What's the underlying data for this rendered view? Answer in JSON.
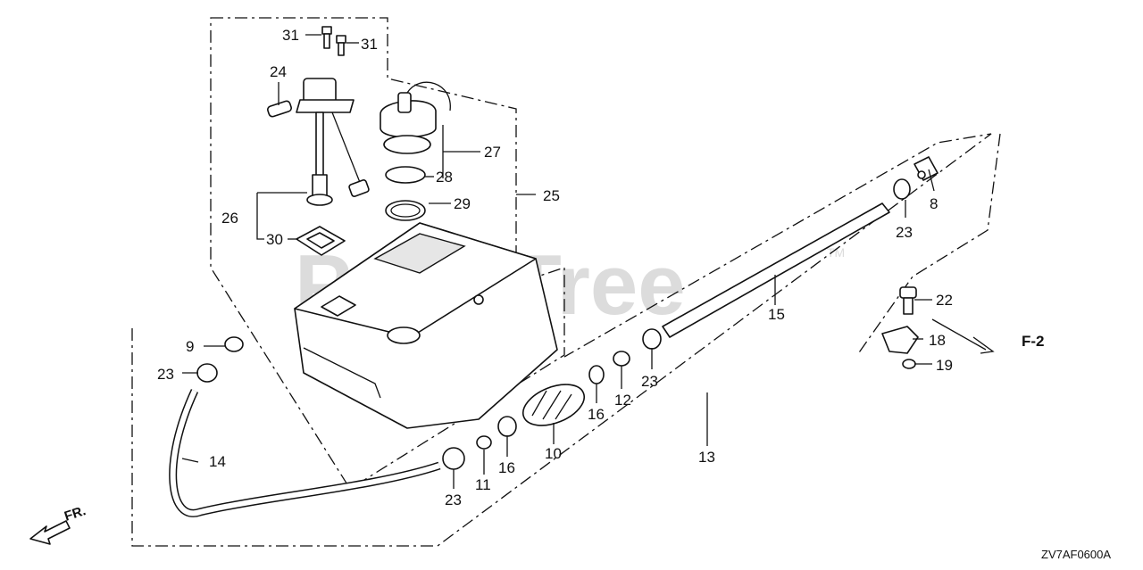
{
  "watermark": {
    "text": "PartsTree",
    "tm": "TM"
  },
  "diagram_code": "ZV7AF0600A",
  "direction": {
    "front": "FR.",
    "ref": "F-2"
  },
  "callouts": {
    "c31a": "31",
    "c31b": "31",
    "c24": "24",
    "c27": "27",
    "c28": "28",
    "c29": "29",
    "c25": "25",
    "c26": "26",
    "c30": "30",
    "c8": "8",
    "c23a": "23",
    "c22": "22",
    "c15": "15",
    "c18": "18",
    "c19": "19",
    "c9": "9",
    "c23b": "23",
    "c12": "12",
    "c23c": "23",
    "c16a": "16",
    "c13": "13",
    "c14": "14",
    "c10": "10",
    "c16b": "16",
    "c11": "11",
    "c23d": "23"
  }
}
